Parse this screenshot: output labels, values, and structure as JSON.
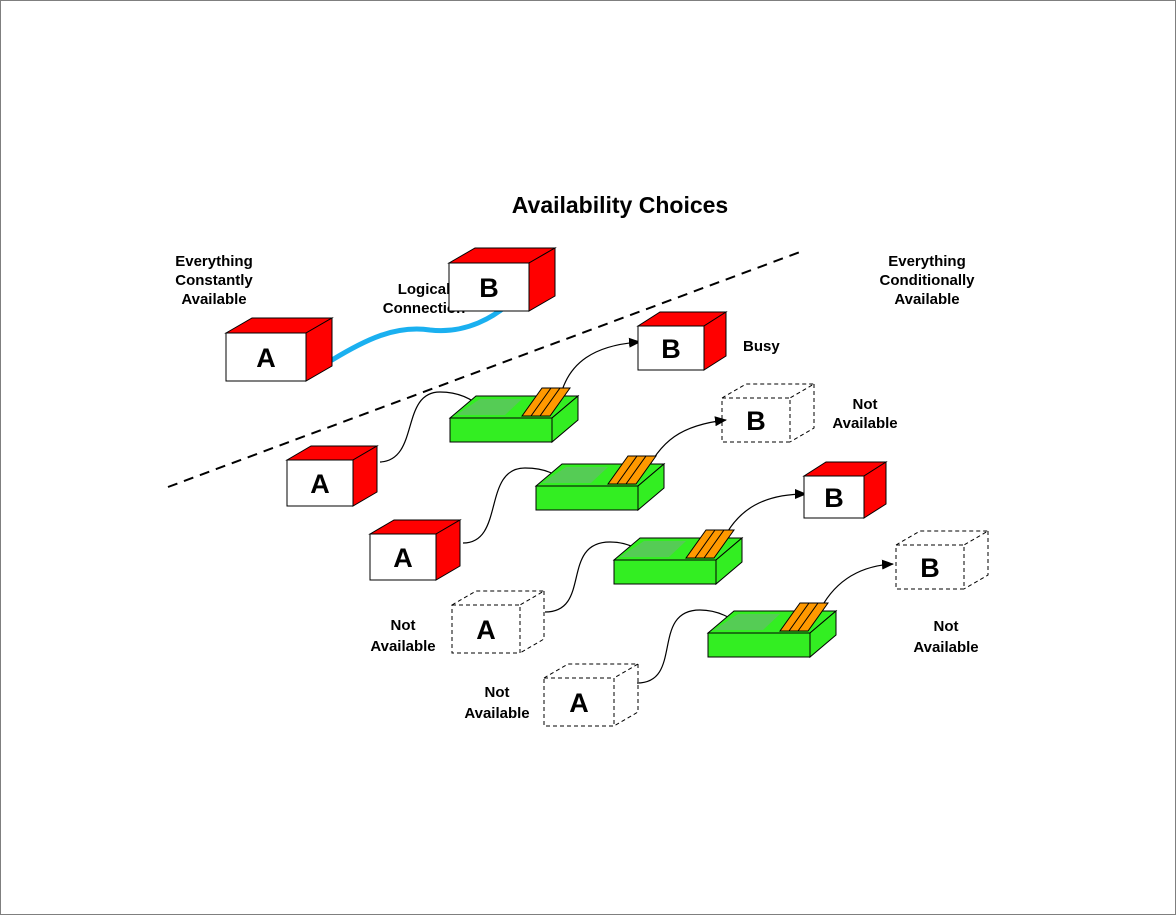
{
  "diagram": {
    "title": "Availability Choices",
    "left_label": [
      "Everything",
      "Constantly",
      "Available"
    ],
    "right_label": [
      "Everything",
      "Conditionally",
      "Available"
    ],
    "logical_connection_label": [
      "Logical",
      "Connection"
    ],
    "busy_label": "Busy",
    "not_available_label": [
      "Not",
      "Available"
    ],
    "box_a": "A",
    "box_b": "B"
  },
  "colors": {
    "box_side": "#ff0000",
    "box_front": "#ffffff",
    "queue_green": "#33ee22",
    "queue_orange": "#ff9900",
    "connection_line": "#1ab0f0"
  }
}
